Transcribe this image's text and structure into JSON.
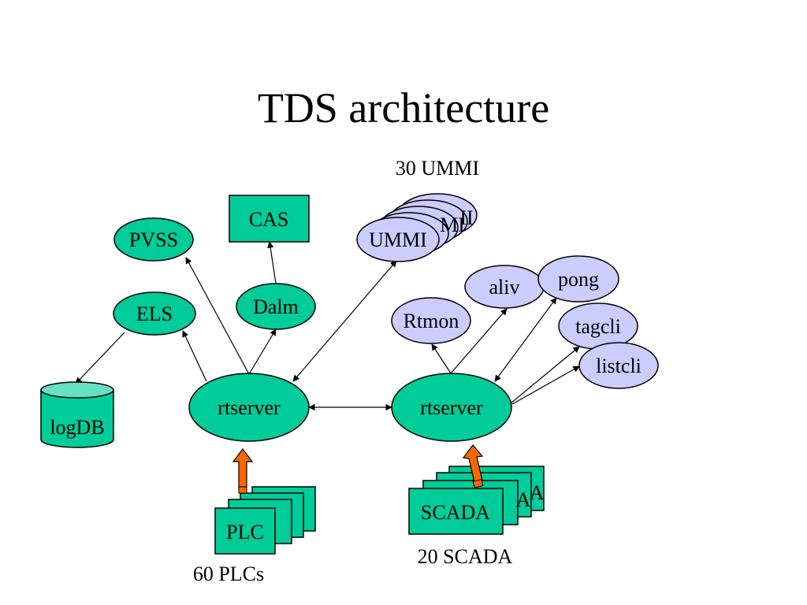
{
  "title": "TDS architecture",
  "captions": {
    "ummi_count": "30 UMMI",
    "scada_count": "20 SCADA",
    "plc_count": "60 PLCs"
  },
  "nodes": {
    "pvss": "PVSS",
    "cas": "CAS",
    "els": "ELS",
    "dalm": "Dalm",
    "logdb": "logDB",
    "ummi": "UMMI",
    "ummi_stack_1": "MI",
    "ummi_stack_2": "II",
    "aliv": "aliv",
    "pong": "pong",
    "rtmon": "Rtmon",
    "tagcli": "tagcli",
    "listcli": "listcli",
    "rtserver_left": "rtserver",
    "rtserver_right": "rtserver",
    "plc": "PLC",
    "scada": "SCADA",
    "scada_stack_1": "A",
    "scada_stack_2": "A"
  },
  "colors": {
    "server_fill": "#00cc99",
    "client_fill": "#ccccff",
    "arrow_fill": "#ff6600",
    "db_top": "#66e0c0"
  }
}
